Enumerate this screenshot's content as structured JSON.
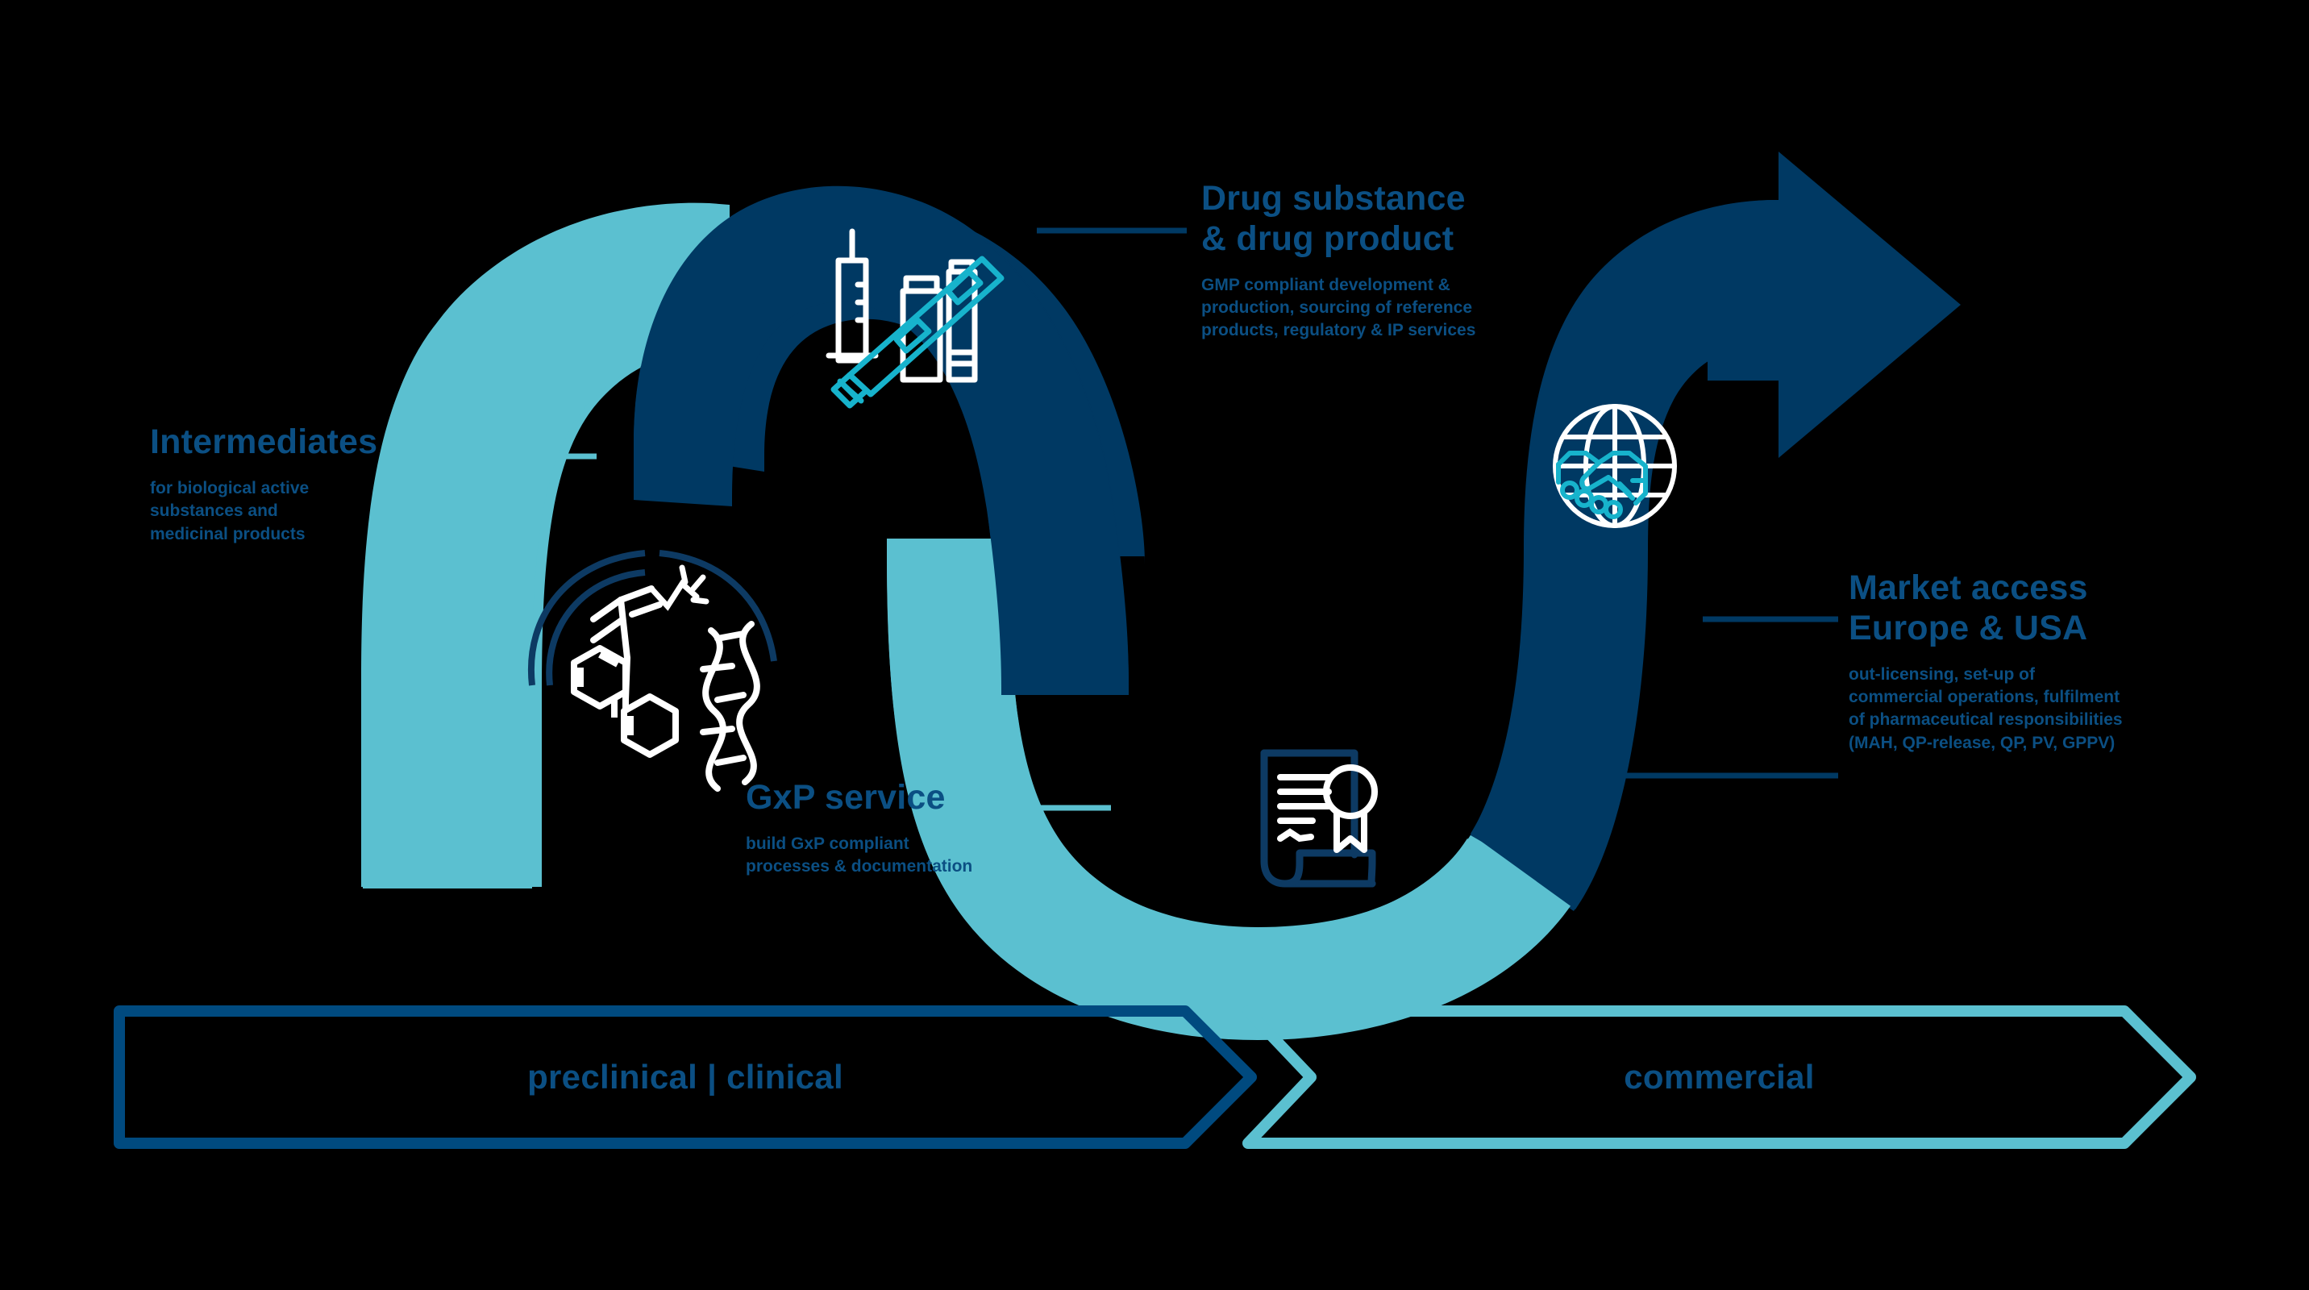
{
  "theme": {
    "dark_blue": "#003963",
    "light_blue": "#5BC0D0",
    "text_blue": "#0b4f83",
    "cyan_accent": "#17b3cc",
    "white": "#ffffff",
    "background": "#000000"
  },
  "callouts": [
    {
      "key": "intermediates",
      "title": "Intermediates",
      "body": "for biological active\nsubstances and\nmedicinal products",
      "leader_color": "#5BC0D0",
      "icon": "molecule-dna-antibody-icon"
    },
    {
      "key": "drug_substance",
      "title": "Drug substance\n& drug product",
      "body": "GMP compliant development &\nproduction, sourcing of reference\nproducts, regulatory & IP services",
      "leader_color": "#003963",
      "icon": "syringe-vial-pen-icon"
    },
    {
      "key": "gxp_service",
      "title": "GxP service",
      "body": "build GxP compliant\nprocesses & documentation",
      "leader_color": "#5BC0D0",
      "icon": "certificate-seal-icon"
    },
    {
      "key": "market_access",
      "title": "Market access\nEurope & USA",
      "body": "out-licensing, set-up of\ncommercial operations, fulfilment\nof pharmaceutical responsibilities\n(MAH, QP-release, QP, PV, GPPV)",
      "leader_color": "#003963",
      "icon": "globe-handshake-icon"
    }
  ],
  "phase_bars": [
    {
      "key": "preclinical_clinical",
      "label": "preclinical | clinical",
      "outline_color": "#004a7f"
    },
    {
      "key": "commercial",
      "label": "commercial",
      "outline_color": "#5BC0D0"
    }
  ]
}
